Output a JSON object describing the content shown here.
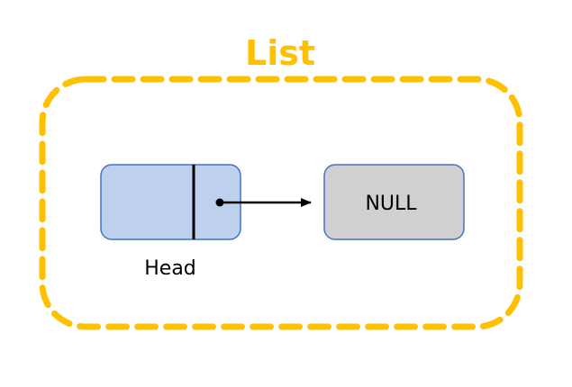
{
  "diagram": {
    "title": "List",
    "head_label": "Head",
    "null_node_text": "NULL"
  },
  "colors": {
    "container_stroke": "#ffc000",
    "title": "#ffc000",
    "head_fill": "#bdd1ef",
    "head_stroke": "#4472c4",
    "null_fill": "#d0d0d0",
    "null_stroke": "#4472c4",
    "arrow": "#000000",
    "text": "#000000"
  }
}
